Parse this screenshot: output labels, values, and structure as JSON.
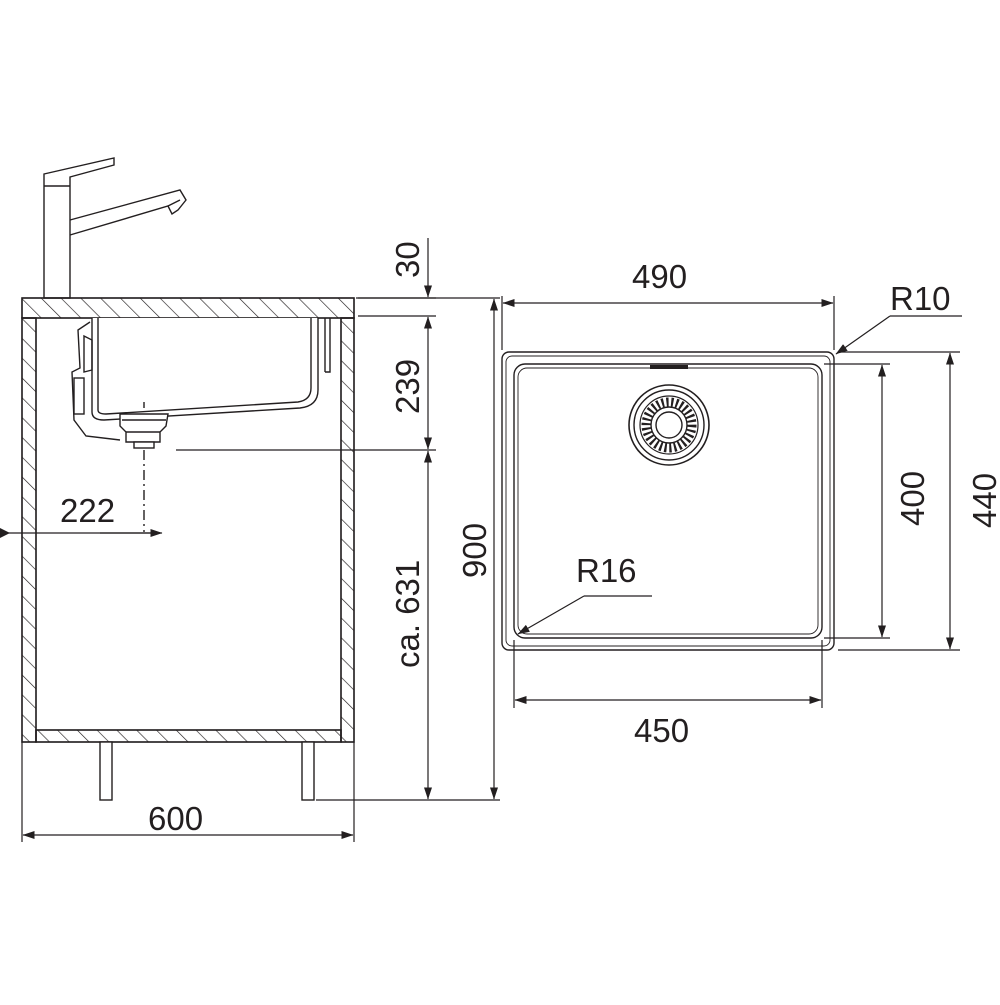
{
  "dimensions": {
    "side_view": {
      "counter_thickness": "30",
      "bowl_depth": "239",
      "drain_offset": "222",
      "drain_to_floor": "ca. 631",
      "cabinet_height": "900",
      "cabinet_width": "600"
    },
    "top_view": {
      "outer_width": "490",
      "outer_depth": "440",
      "inner_width": "450",
      "inner_depth": "400",
      "outer_radius": "R10",
      "inner_radius": "R16"
    }
  },
  "colors": {
    "line": "#231f20",
    "fill": "#ffffff"
  }
}
